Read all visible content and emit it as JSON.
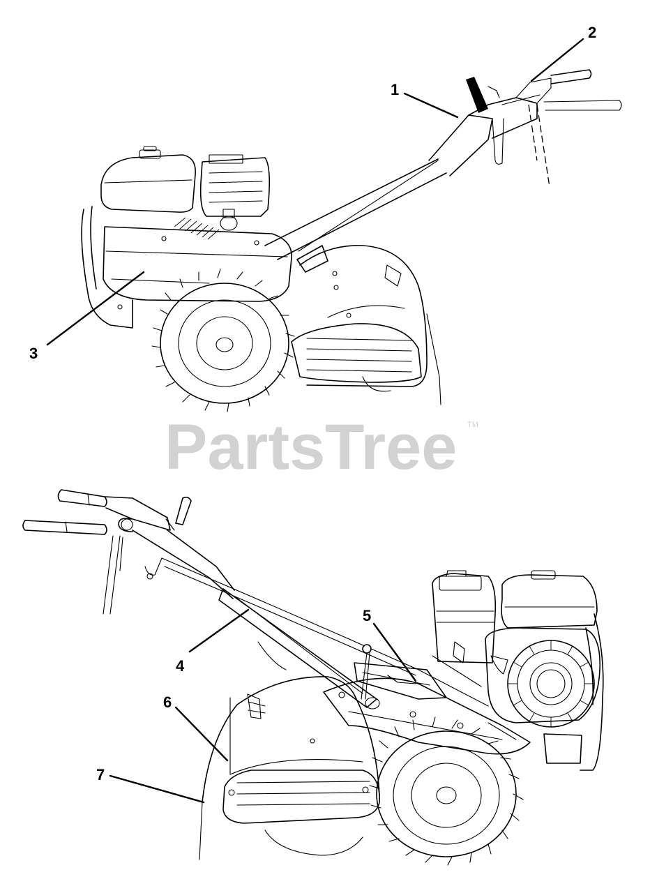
{
  "watermark": {
    "brand": "PartsTree",
    "trademark": "TM"
  },
  "callouts": [
    "1",
    "2",
    "3",
    "4",
    "5",
    "6",
    "7"
  ]
}
